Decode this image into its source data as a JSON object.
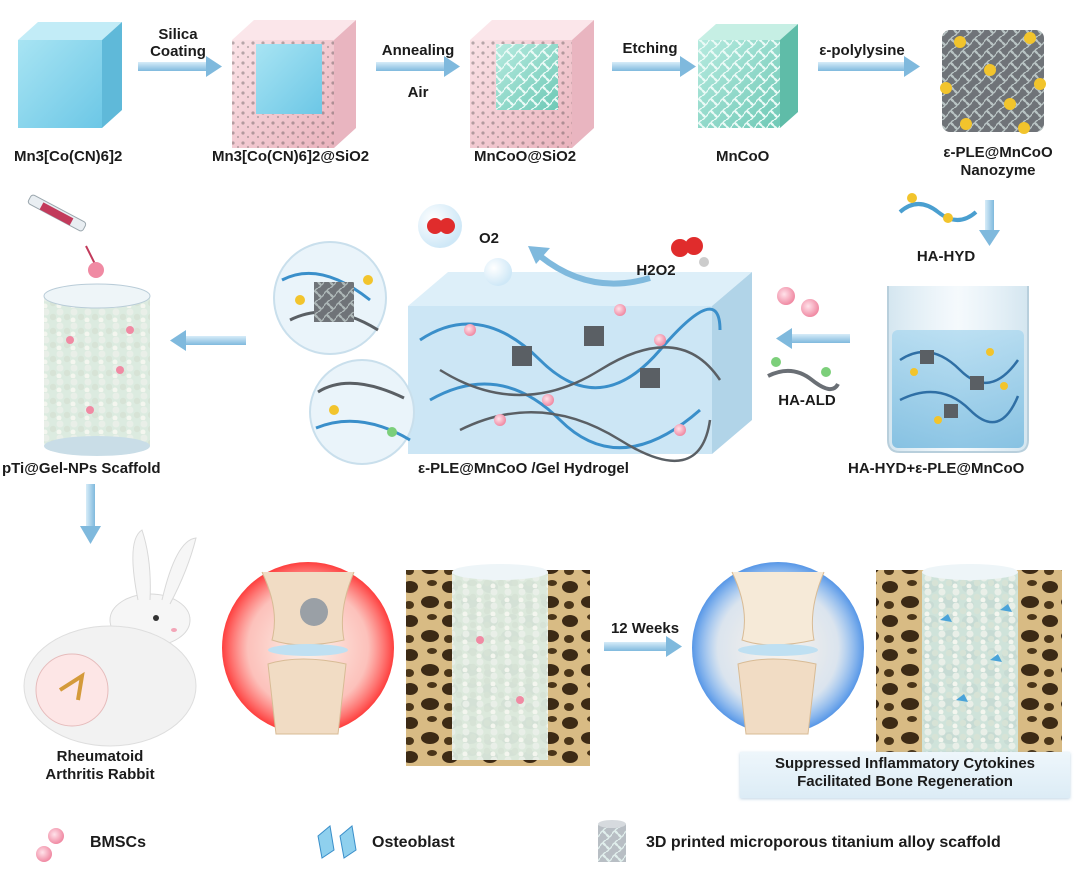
{
  "synthesis": {
    "steps": [
      {
        "label": "Mn3[Co(CN)6]2"
      },
      {
        "label": "Mn3[Co(CN)6]2@SiO2"
      },
      {
        "label": "MnCoO@SiO2"
      },
      {
        "label": "MnCoO"
      },
      {
        "label": "ε-PLE@MnCoO",
        "sublabel": "Nanozyme"
      }
    ],
    "arrows": [
      {
        "top": "Silica",
        "bottom": "Coating"
      },
      {
        "top": "Annealing",
        "bottom": "Air"
      },
      {
        "top": "Etching",
        "bottom": ""
      },
      {
        "top": "ε-polylysine",
        "bottom": ""
      }
    ]
  },
  "middle": {
    "ha_hyd": "HA-HYD",
    "beaker_label": "HA-HYD+ε-PLE@MnCoO",
    "ha_ald": "HA-ALD",
    "hydrogel_label": "ε-PLE@MnCoO /Gel Hydrogel",
    "o2": "O2",
    "h2o2": "H2O2",
    "scaffold_label": "pTi@Gel-NPs Scaffold"
  },
  "bottom": {
    "rabbit_label_1": "Rheumatoid",
    "rabbit_label_2": "Arthritis Rabbit",
    "weeks": "12 Weeks",
    "outcome_1": "Suppressed  Inflammatory Cytokines",
    "outcome_2": "Facilitated Bone Regeneration"
  },
  "legend": {
    "bmsc": "BMSCs",
    "osteoblast": "Osteoblast",
    "scaffold": "3D printed microporous titanium alloy scaffold"
  },
  "colors": {
    "arrow": "#8fc4e3",
    "cube": "#8fd5ec",
    "shell": "#f3c8d0",
    "mesh": "#8fd8c8",
    "ple": "#f2c42c",
    "cell": "#f3a6b8",
    "bone": "#d8b37c"
  }
}
